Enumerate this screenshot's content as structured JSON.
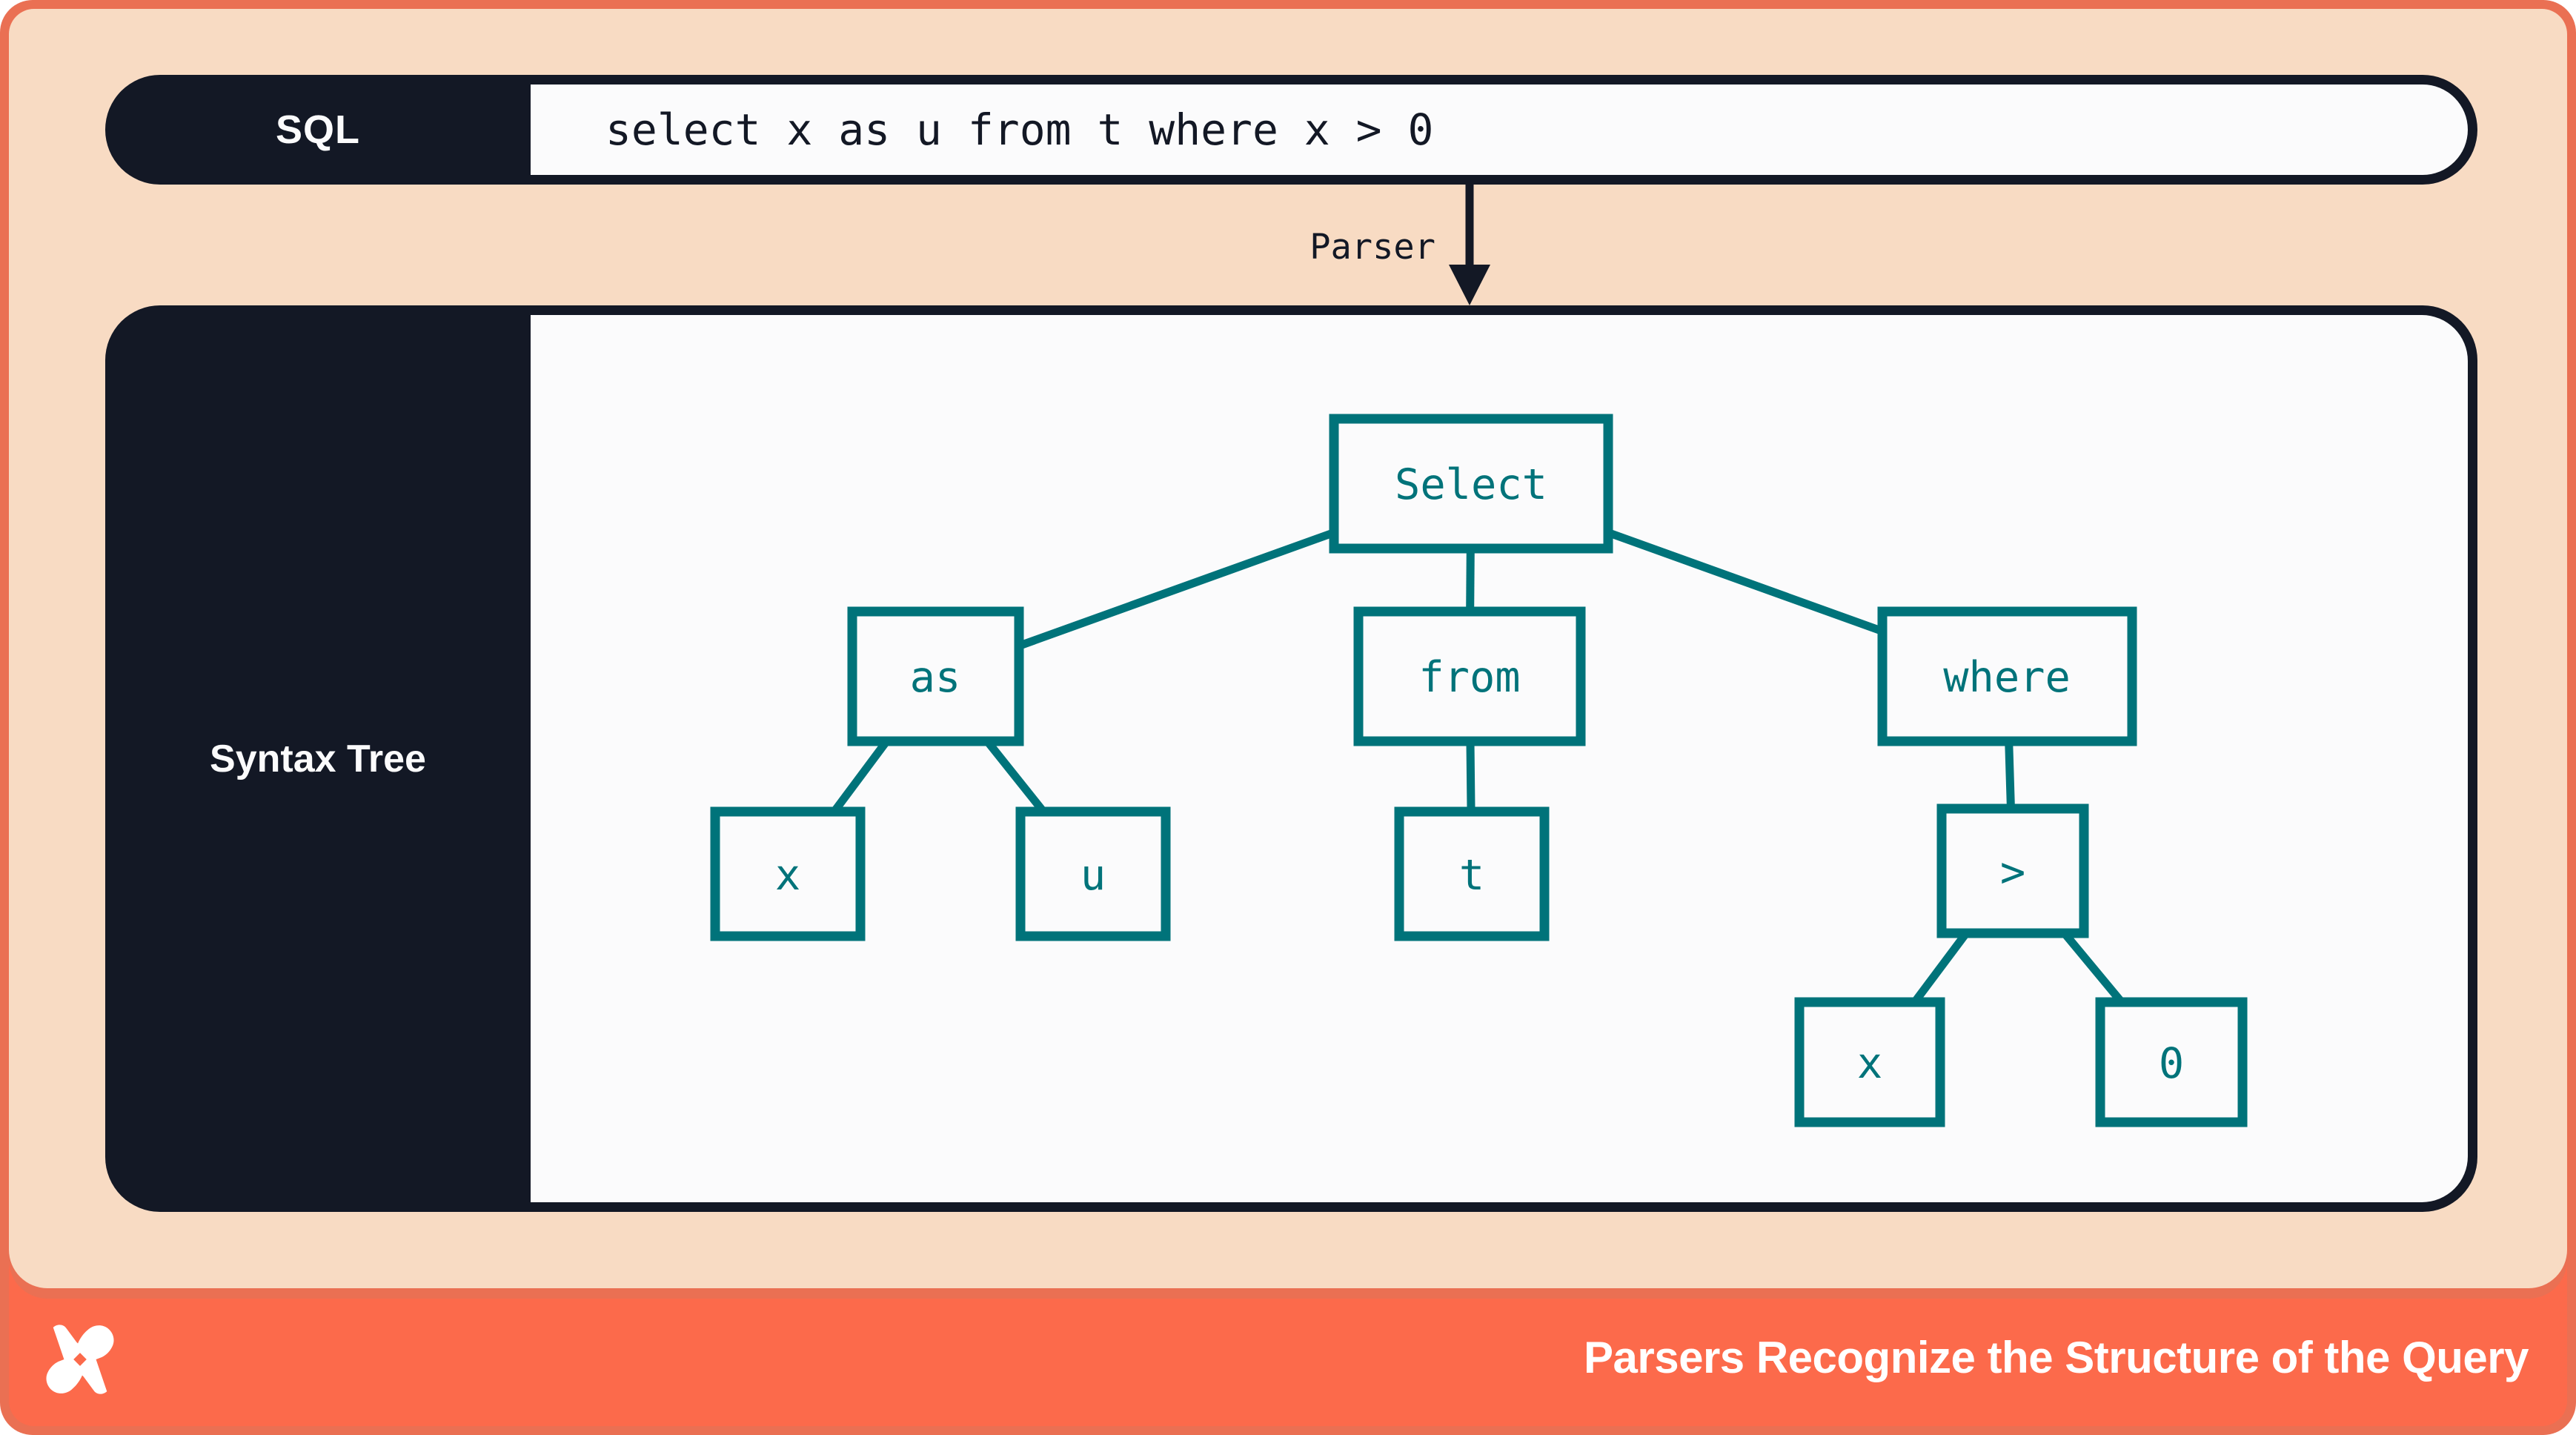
{
  "header": {
    "label": "SQL",
    "query": "select x as u from t where x > 0"
  },
  "parser": {
    "label": "Parser"
  },
  "syntax_tree": {
    "panel_label": "Syntax Tree",
    "nodes": [
      {
        "id": "select",
        "label": "Select",
        "children": [
          "as",
          "from",
          "where"
        ]
      },
      {
        "id": "as",
        "label": "as",
        "children": [
          "x",
          "u"
        ]
      },
      {
        "id": "from",
        "label": "from",
        "children": [
          "t"
        ]
      },
      {
        "id": "where",
        "label": "where",
        "children": [
          ">"
        ]
      },
      {
        "id": "x1",
        "label": "x",
        "children": []
      },
      {
        "id": "u",
        "label": "u",
        "children": []
      },
      {
        "id": "t",
        "label": "t",
        "children": []
      },
      {
        "id": "gt",
        "label": ">",
        "children": [
          "x",
          "0"
        ]
      },
      {
        "id": "x2",
        "label": "x",
        "children": []
      },
      {
        "id": "zero",
        "label": "0",
        "children": []
      }
    ]
  },
  "footer": {
    "title": "Parsers Recognize the Structure of the Query",
    "logo": "dbt-logo"
  },
  "colors": {
    "accent_teal": "#00737A",
    "navy": "#131825",
    "peach": "#F8DBC3",
    "frame_orange": "#EA7053",
    "footer_orange": "#FC6A4B",
    "panel_white": "#FBFBFC"
  }
}
